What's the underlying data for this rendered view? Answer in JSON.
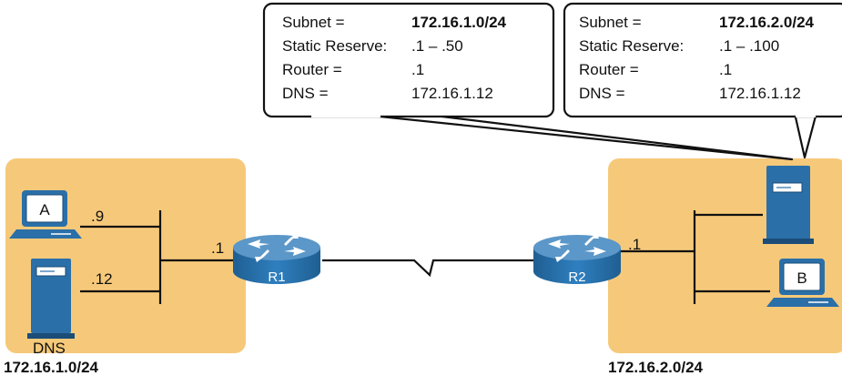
{
  "callouts": {
    "left": {
      "subnet_label": "Subnet =",
      "subnet_value": "172.16.1.0/24",
      "reserve_label": "Static Reserve:",
      "reserve_value": ".1 – .50",
      "router_label": "Router =",
      "router_value": ".1",
      "dns_label": "DNS =",
      "dns_value": "172.16.1.12"
    },
    "right": {
      "subnet_label": "Subnet =",
      "subnet_value": "172.16.2.0/24",
      "reserve_label": "Static Reserve:",
      "reserve_value": ".1 – .100",
      "router_label": "Router =",
      "router_value": ".1",
      "dns_label": "DNS =",
      "dns_value": "172.16.1.12"
    }
  },
  "left_site": {
    "subnet": "172.16.1.0/24",
    "pc_a_label": "A",
    "pc_a_address": ".9",
    "dns_server_address": ".12",
    "dns_server_label": "DNS",
    "router_interface": ".1"
  },
  "right_site": {
    "subnet": "172.16.2.0/24",
    "pc_b_label": "B",
    "router_interface": ".1"
  },
  "routers": {
    "r1": "R1",
    "r2": "R2"
  },
  "colors": {
    "site_fill": "#f6c97a",
    "device_blue": "#2a6fa8",
    "device_dark": "#1b4d78",
    "router_top": "#5b97c8"
  }
}
